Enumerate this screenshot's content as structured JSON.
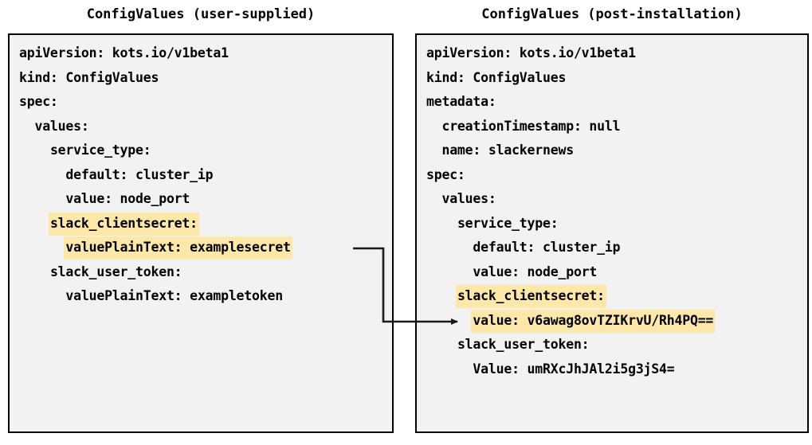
{
  "panels": {
    "left": {
      "title": "ConfigValues (user-supplied)",
      "lines": [
        {
          "text": "apiVersion: kots.io/v1beta1",
          "highlight": false
        },
        {
          "text": "kind: ConfigValues",
          "highlight": false
        },
        {
          "text": "spec:",
          "highlight": false
        },
        {
          "text": "  values:",
          "highlight": false
        },
        {
          "text": "    service_type:",
          "highlight": false
        },
        {
          "text": "      default: cluster_ip",
          "highlight": false
        },
        {
          "text": "      value: node_port",
          "highlight": false
        },
        {
          "text": "    slack_clientsecret:",
          "highlight": true
        },
        {
          "text": "      valuePlainText: examplesecret",
          "highlight": true
        },
        {
          "text": "    slack_user_token:",
          "highlight": false
        },
        {
          "text": "      valuePlainText: exampletoken",
          "highlight": false
        }
      ]
    },
    "right": {
      "title": "ConfigValues (post-installation)",
      "lines": [
        {
          "text": "apiVersion: kots.io/v1beta1",
          "highlight": false
        },
        {
          "text": "kind: ConfigValues",
          "highlight": false
        },
        {
          "text": "metadata:",
          "highlight": false
        },
        {
          "text": "  creationTimestamp: null",
          "highlight": false
        },
        {
          "text": "  name: slackernews",
          "highlight": false
        },
        {
          "text": "spec:",
          "highlight": false
        },
        {
          "text": "  values:",
          "highlight": false
        },
        {
          "text": "    service_type:",
          "highlight": false
        },
        {
          "text": "      default: cluster_ip",
          "highlight": false
        },
        {
          "text": "      value: node_port",
          "highlight": false
        },
        {
          "text": "    slack_clientsecret:",
          "highlight": true
        },
        {
          "text": "      value: v6awag8ovTZIKrvU/Rh4PQ==",
          "highlight": true
        },
        {
          "text": "    slack_user_token:",
          "highlight": false
        },
        {
          "text": "      Value: umRXcJhJAl2i5g3jS4=",
          "highlight": false
        }
      ]
    }
  },
  "connector": {
    "name": "encryption-arrow",
    "from_label": "valuePlainText: examplesecret",
    "to_label": "value: v6awag8ovTZIKrvU/Rh4PQ==",
    "color": "#1a1a1a"
  },
  "colors": {
    "highlight": "#fde7a9",
    "panel_background": "#f2f2f2",
    "panel_border": "#000000",
    "text": "#000000",
    "page_background": "#ffffff"
  }
}
